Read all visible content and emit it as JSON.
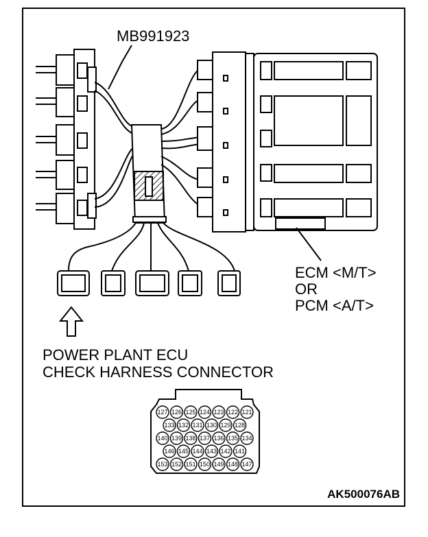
{
  "labels": {
    "tool_part_number": "MB991923",
    "ecm_line1": "ECM <M/T>",
    "ecm_line2": "OR",
    "ecm_line3": "PCM <A/T>",
    "connector_line1": "POWER PLANT ECU",
    "connector_line2": "CHECK HARNESS CONNECTOR",
    "figure_code": "AK500076AB"
  },
  "connector_pins": {
    "row1": [
      "127",
      "126",
      "125",
      "124",
      "123",
      "122",
      "121"
    ],
    "row2": [
      "133",
      "132",
      "131",
      "130",
      "129",
      "128"
    ],
    "row3": [
      "140",
      "139",
      "138",
      "137",
      "136",
      "135",
      "134"
    ],
    "row4": [
      "146",
      "145",
      "144",
      "143",
      "142",
      "141"
    ],
    "row5": [
      "153",
      "152",
      "151",
      "150",
      "149",
      "148",
      "147"
    ]
  },
  "colors": {
    "line": "#000000",
    "background": "#ffffff"
  }
}
